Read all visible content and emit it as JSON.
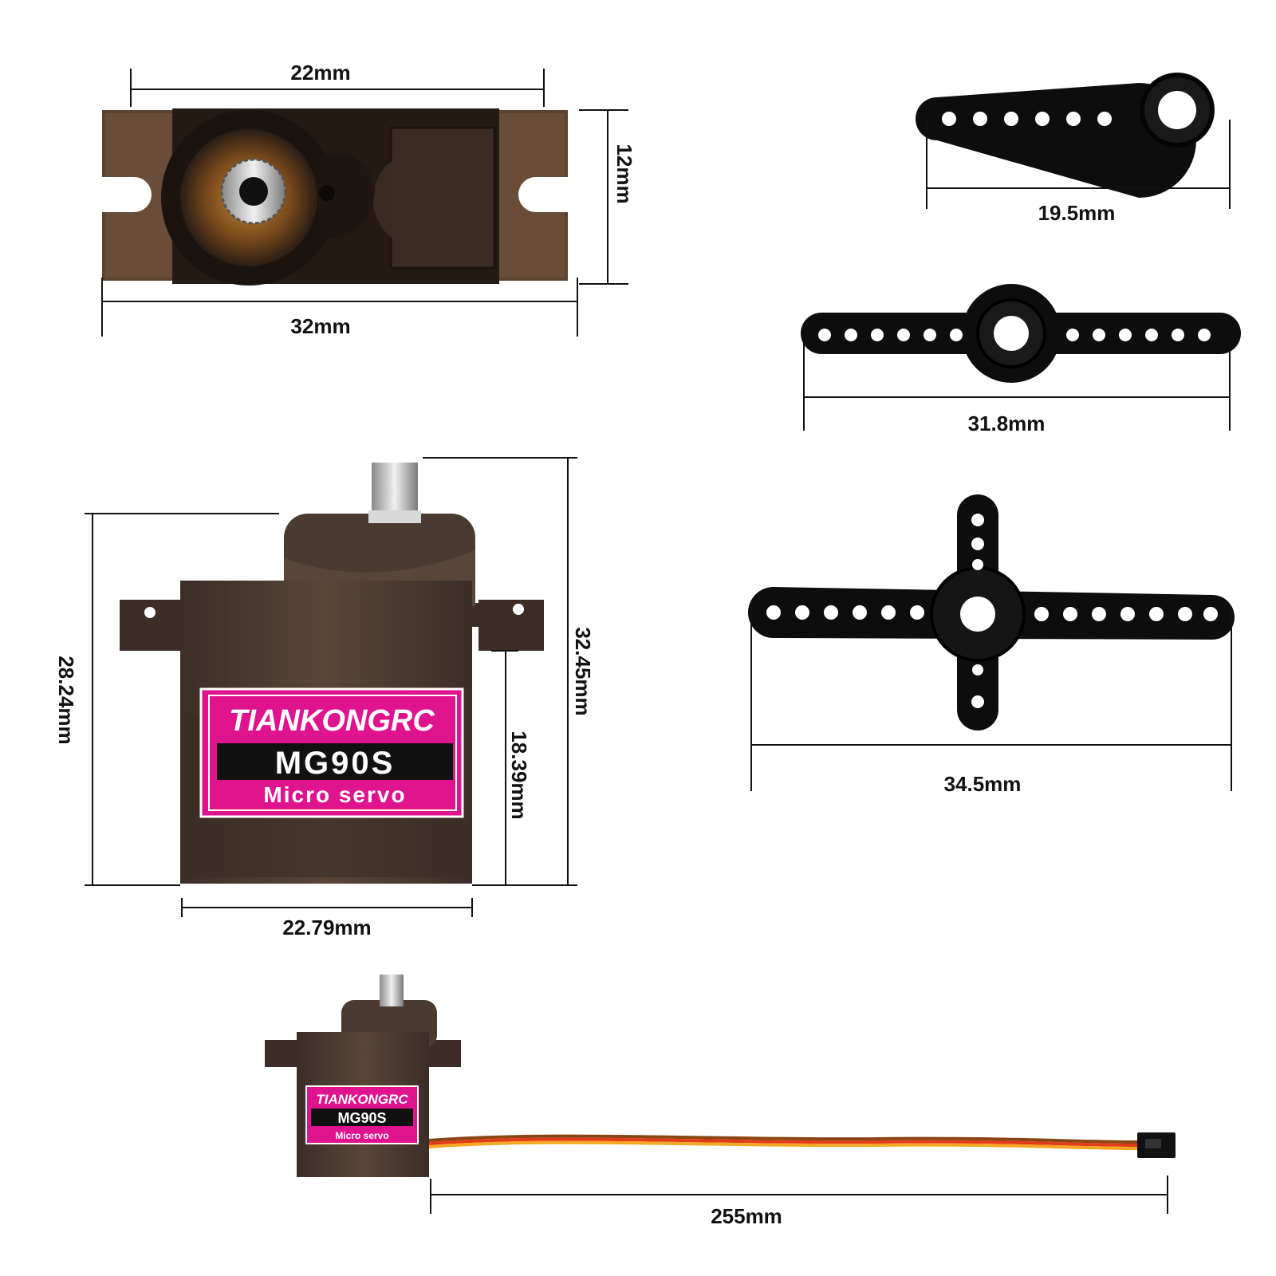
{
  "dimensions": {
    "top_view_gear_width": "22mm",
    "top_view_height": "12mm",
    "top_view_total_width": "32mm",
    "single_arm_length": "19.5mm",
    "double_arm_length": "31.8mm",
    "cross_arm_length": "34.5mm",
    "front_total_height": "32.45mm",
    "front_body_height": "28.24mm",
    "front_lower_height": "18.39mm",
    "front_body_width": "22.79mm",
    "cable_length": "255mm"
  },
  "label": {
    "brand": "TIANKONGRC",
    "model": "MG90S",
    "subtitle": "Micro servo"
  },
  "colors": {
    "body": "#4a3a30",
    "label_pink": "#e0138f",
    "label_black": "#111111",
    "horn_black": "#0d0d0d",
    "wire_brown": "#8b4513",
    "wire_red": "#e23b1a",
    "wire_orange": "#f5a623"
  }
}
